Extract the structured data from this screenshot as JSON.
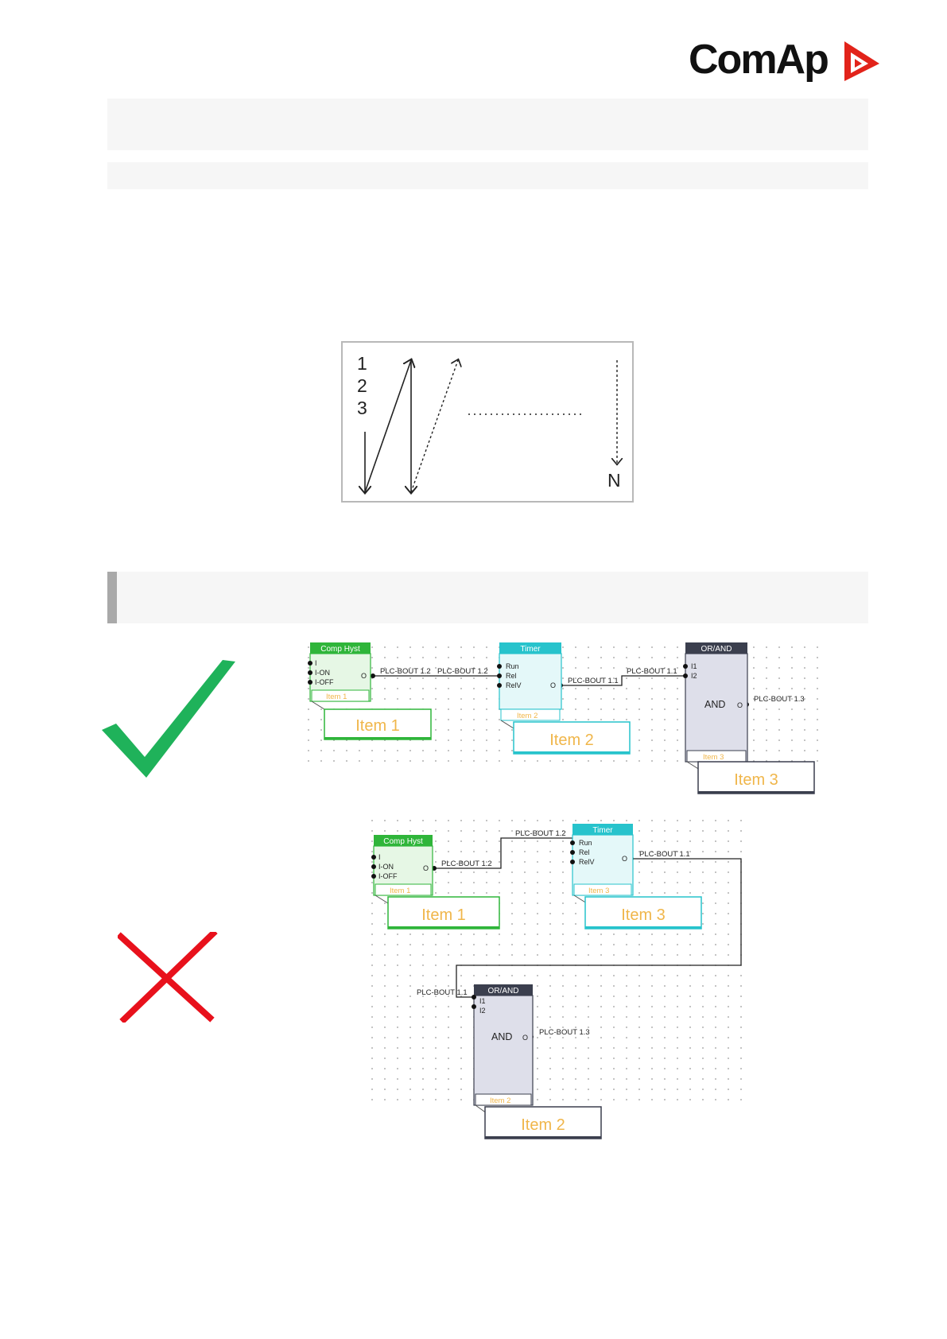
{
  "header": {
    "logo_text": "ComAp",
    "brand_color": "#e2231a"
  },
  "order_figure": {
    "labels": [
      "1",
      "2",
      "3"
    ],
    "last_label": "N"
  },
  "marks": {
    "correct": "check-icon",
    "correct_color": "#1fb25a",
    "wrong": "cross-icon",
    "wrong_color": "#e8111c"
  },
  "block_types": {
    "comp_hyst": {
      "title": "Comp Hyst",
      "inputs": [
        "I",
        "I-ON",
        "I-OFF"
      ],
      "output": "O",
      "color": "#2fb53a"
    },
    "timer": {
      "title": "Timer",
      "inputs": [
        "Run",
        "Rel",
        "RelV"
      ],
      "output": "O",
      "color": "#27c3cc"
    },
    "or_and": {
      "title": "OR/AND",
      "inputs": [
        "I1",
        "I2"
      ],
      "function": "AND",
      "output": "O",
      "color": "#3b3f4e"
    }
  },
  "correct_diagram": {
    "blocks": [
      {
        "type": "comp_hyst",
        "item_small": "Item 1",
        "item_big": "Item 1"
      },
      {
        "type": "timer",
        "item_small": "Item 2",
        "item_big": "Item 2"
      },
      {
        "type": "or_and",
        "item_small": "Item 3",
        "item_big": "Item 3"
      }
    ],
    "wire_labels": [
      "PLC-BOUT 1.2",
      "PLC-BOUT 1.2",
      "PLC-BOUT 1.1",
      "PLC-BOUT 1.1",
      "PLC-BOUT 1.3"
    ]
  },
  "wrong_diagram": {
    "blocks": [
      {
        "type": "comp_hyst",
        "item_small": "Item 1",
        "item_big": "Item 1"
      },
      {
        "type": "timer",
        "item_small": "Item 3",
        "item_big": "Item 3"
      },
      {
        "type": "or_and",
        "item_small": "Item 2",
        "item_big": "Item 2"
      }
    ],
    "wire_labels": [
      "PLC-BOUT 1.2",
      "PLC-BOUT 1.2",
      "PLC-BOUT 1.1",
      "PLC-BOUT 1.1",
      "PLC-BOUT 1.3"
    ]
  }
}
